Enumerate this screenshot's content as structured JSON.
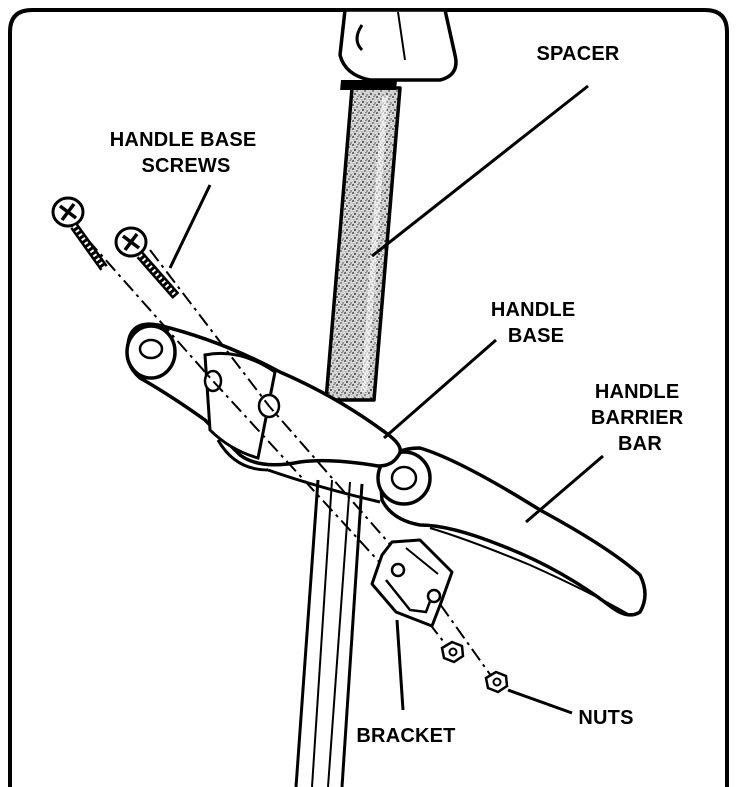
{
  "labels": {
    "spacer": "SPACER",
    "handle_base_screws": [
      "HANDLE BASE",
      "SCREWS"
    ],
    "handle_base": [
      "HANDLE",
      "BASE"
    ],
    "handle_barrier_bar": [
      "HANDLE",
      "BARRIER",
      "BAR"
    ],
    "bracket": "BRACKET",
    "nuts": "NUTS"
  }
}
